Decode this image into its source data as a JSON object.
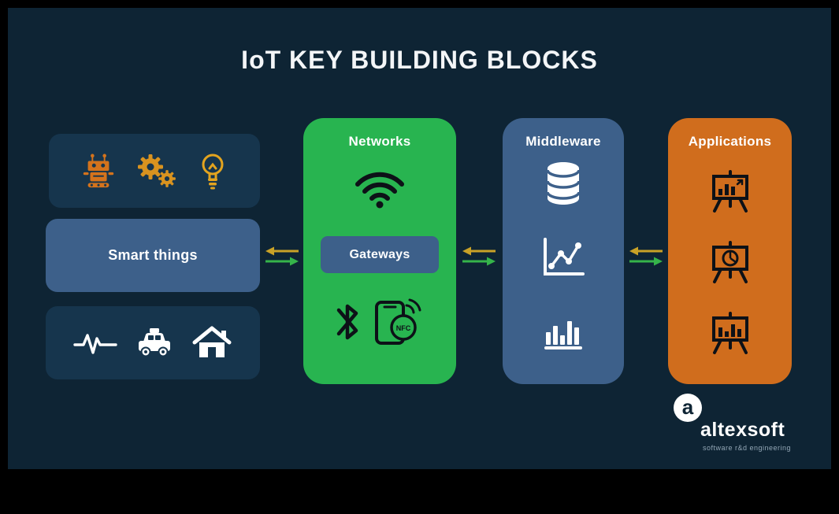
{
  "title": "IoT KEY BUILDING BLOCKS",
  "smart_things": {
    "label": "Smart things",
    "top_icons": [
      "robot-icon",
      "gears-icon",
      "lightbulb-icon"
    ],
    "bottom_icons": [
      "pulse-icon",
      "taxi-icon",
      "home-icon"
    ]
  },
  "networks": {
    "label": "Networks",
    "gateways_label": "Gateways",
    "icons": [
      "wifi-icon",
      "bluetooth-icon",
      "nfc-phone-icon"
    ],
    "nfc_label": "NFC"
  },
  "middleware": {
    "label": "Middleware",
    "icons": [
      "database-icon",
      "line-chart-icon",
      "bar-chart-icon"
    ]
  },
  "applications": {
    "label": "Applications",
    "icons": [
      "presentation-bar-chart-icon",
      "presentation-pie-chart-icon",
      "presentation-bar-chart-icon"
    ]
  },
  "logo": {
    "mark": "a",
    "name": "altexsoft",
    "tagline": "software r&d engineering"
  },
  "colors": {
    "background": "#0e2434",
    "frame": "#000000",
    "panel_dark": "#16354d",
    "panel_slate": "#3d608a",
    "panel_green": "#28b450",
    "panel_orange": "#d06d1d",
    "icon_orange": "#d4731c",
    "icon_gold": "#d9931f",
    "arrow_yellow": "#c9a227",
    "arrow_green": "#35b44a",
    "icon_black": "#0d1117",
    "icon_white": "#ffffff"
  }
}
